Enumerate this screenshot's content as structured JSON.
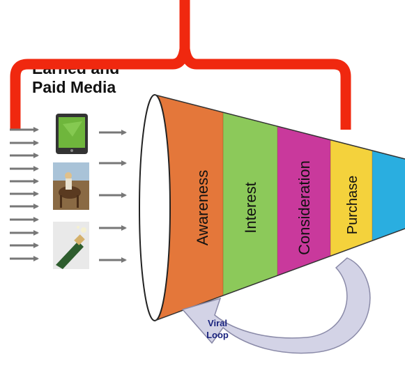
{
  "header": {
    "line1": "Earned and",
    "line2": "Paid Media"
  },
  "funnel": {
    "stages": [
      {
        "label": "Awareness",
        "color": "#e4773a"
      },
      {
        "label": "Interest",
        "color": "#8cc95a"
      },
      {
        "label": "Consideration",
        "color": "#c9399c"
      },
      {
        "label": "Purchase",
        "color": "#f4d23c"
      },
      {
        "label": "",
        "color": "#2aaee0"
      }
    ]
  },
  "loop": {
    "line1": "Viral",
    "line2": "Loop"
  },
  "colors": {
    "bracket": "#f0280f",
    "arrows": "#777777",
    "loop_arrow": "#d3d3e6",
    "loop_text": "#1a237e"
  },
  "media_icons": [
    "tablet-photo",
    "horse-rider-photo",
    "champagne-photo"
  ]
}
